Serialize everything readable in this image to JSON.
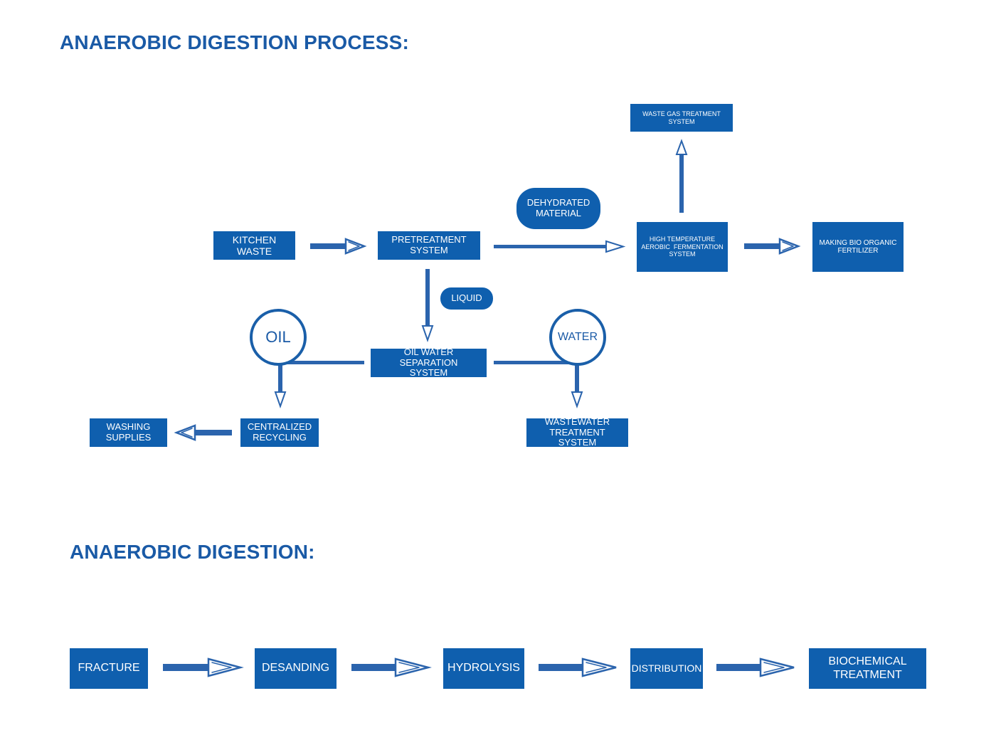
{
  "titles": {
    "process": "ANAEROBIC DIGESTION PROCESS:",
    "digestion": "ANAEROBIC DIGESTION:"
  },
  "process_diagram": {
    "kitchen_waste": "KITCHEN WASTE",
    "pretreatment_line1": "PRETREATMENT",
    "pretreatment_line2": "SYSTEM",
    "dehydrated_line1": "DEHYDRATED",
    "dehydrated_line2": "MATERIAL",
    "fermentation_line1": "HIGH TEMPERATURE",
    "fermentation_line2": "AEROBIC  FERMENTATION",
    "fermentation_line3": "SYSTEM",
    "waste_gas_line1": "WASTE GAS TREATMENT",
    "waste_gas_line2": "SYSTEM",
    "bio_fertilizer_line1": "MAKING BIO ORGANIC",
    "bio_fertilizer_line2": "FERTILIZER",
    "liquid": "LIQUID",
    "oil_water_line1": "OIL WATER SEPARATION",
    "oil_water_line2": "SYSTEM",
    "oil": "OIL",
    "water": "WATER",
    "centralized_line1": "CENTRALIZED",
    "centralized_line2": "RECYCLING",
    "washing_line1": "WASHING",
    "washing_line2": "SUPPLIES",
    "wastewater_line1": "WASTEWATER",
    "wastewater_line2": "TREATMENT SYSTEM"
  },
  "digestion_steps": [
    {
      "label": "FRACTURE"
    },
    {
      "label": "DESANDING"
    },
    {
      "label": "HYDROLYSIS"
    },
    {
      "label": "DISTRIBUTION"
    },
    {
      "label": "BIOCHEMICAL",
      "label2": "TREATMENT"
    }
  ],
  "colors": {
    "box": "#0f5fae",
    "title": "#1a5aa6",
    "arrow": "#2b64ad"
  }
}
